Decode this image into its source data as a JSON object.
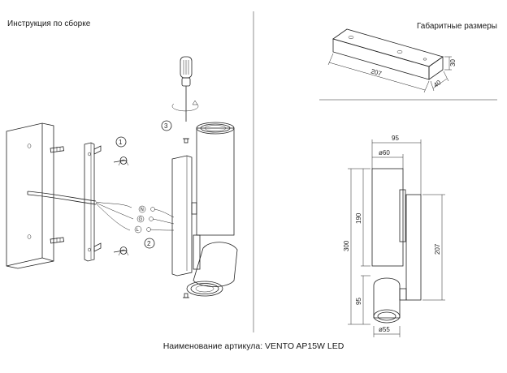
{
  "header": {
    "assembly_title": "Инструкция по сборке",
    "dimensions_title": "Габаритные размеры"
  },
  "footer": {
    "article_name": "Наименование артикула: VENTO AP15W LED"
  },
  "assembly": {
    "steps": [
      "1",
      "2",
      "3"
    ],
    "wire_labels": [
      "N",
      "G",
      "L"
    ]
  },
  "dimensions": {
    "iso": {
      "length": "207",
      "height": "30",
      "depth": "40"
    },
    "front": {
      "width_total": "95",
      "dia_top": "ø60",
      "h_upper": "190",
      "h_total": "300",
      "h_lower": "95",
      "dia_bottom": "ø55",
      "h_plate": "207"
    }
  }
}
